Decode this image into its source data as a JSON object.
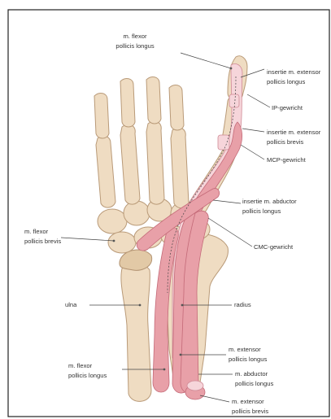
{
  "labels": {
    "flexor_pollicis_longus_top": [
      "m. flexor",
      "pollicis longus"
    ],
    "insertie_extensor_longus": [
      "insertie m. extensor",
      "pollicis longus"
    ],
    "ip_gewricht": "IP-gewricht",
    "insertie_extensor_brevis": [
      "insertie m. extensor",
      "pollicis brevis"
    ],
    "mcp_gewricht": "MCP-gewricht",
    "insertie_abductor_longus": [
      "insertie m. abductor",
      "pollicis longus"
    ],
    "flexor_pollicis_brevis": [
      "m. flexor",
      "pollicis brevis"
    ],
    "cmc_gewricht": "CMC-gewricht",
    "ulna": "ulna",
    "radius": "radius",
    "extensor_pollicis_longus": [
      "m. extensor",
      "pollicis longus"
    ],
    "flexor_pollicis_longus_bottom": [
      "m. flexor",
      "pollicis longus"
    ],
    "abductor_pollicis_longus": [
      "m. abductor",
      "pollicis longus"
    ],
    "extensor_pollicis_brevis": [
      "m. extensor",
      "pollicis brevis"
    ]
  },
  "colors": {
    "bone": "#efdcc2",
    "muscle": "#e8a0a8",
    "tendon": "#f6d5da",
    "frame": "#222222"
  }
}
